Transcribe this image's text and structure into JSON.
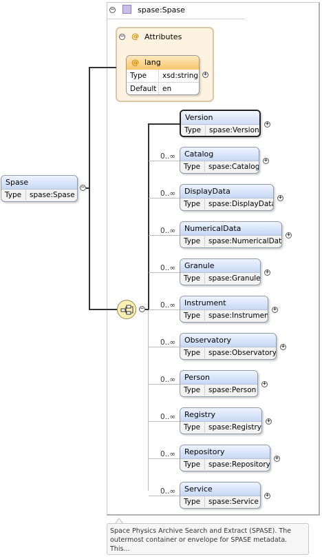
{
  "root": {
    "name": "Spase",
    "type_label": "Type",
    "type_value": "spase:Spase"
  },
  "complex_type": {
    "title": "spase:Spase"
  },
  "attributes": {
    "title": "Attributes",
    "items": [
      {
        "name": "lang",
        "type_label": "Type",
        "type_value": "xsd:string",
        "default_label": "Default",
        "default_value": "en"
      }
    ]
  },
  "children": [
    {
      "name": "Version",
      "occurs": "",
      "type_label": "Type",
      "type_value": "spase:Version"
    },
    {
      "name": "Catalog",
      "occurs": "0..∞",
      "type_label": "Type",
      "type_value": "spase:Catalog"
    },
    {
      "name": "DisplayData",
      "occurs": "0..∞",
      "type_label": "Type",
      "type_value": "spase:DisplayData"
    },
    {
      "name": "NumericalData",
      "occurs": "0..∞",
      "type_label": "Type",
      "type_value": "spase:NumericalData"
    },
    {
      "name": "Granule",
      "occurs": "0..∞",
      "type_label": "Type",
      "type_value": "spase:Granule"
    },
    {
      "name": "Instrument",
      "occurs": "0..∞",
      "type_label": "Type",
      "type_value": "spase:Instrument"
    },
    {
      "name": "Observatory",
      "occurs": "0..∞",
      "type_label": "Type",
      "type_value": "spase:Observatory"
    },
    {
      "name": "Person",
      "occurs": "0..∞",
      "type_label": "Type",
      "type_value": "spase:Person"
    },
    {
      "name": "Registry",
      "occurs": "0..∞",
      "type_label": "Type",
      "type_value": "spase:Registry"
    },
    {
      "name": "Repository",
      "occurs": "0..∞",
      "type_label": "Type",
      "type_value": "spase:Repository"
    },
    {
      "name": "Service",
      "occurs": "0..∞",
      "type_label": "Type",
      "type_value": "spase:Service"
    }
  ],
  "toggles": {
    "collapse": "−",
    "expand": "+"
  },
  "icons": {
    "attribute": "@"
  },
  "documentation": "Space Physics Archive Search and Extract (SPASE). The outermost container or envelope for SPASE metadata. This...",
  "colors": {
    "element_header": "#c7d8f4",
    "attribute_header": "#f7c76b",
    "attribute_panel": "#fdf3e0",
    "type_icon": "#c8bfe6",
    "sequence": "#fbf0b3"
  }
}
